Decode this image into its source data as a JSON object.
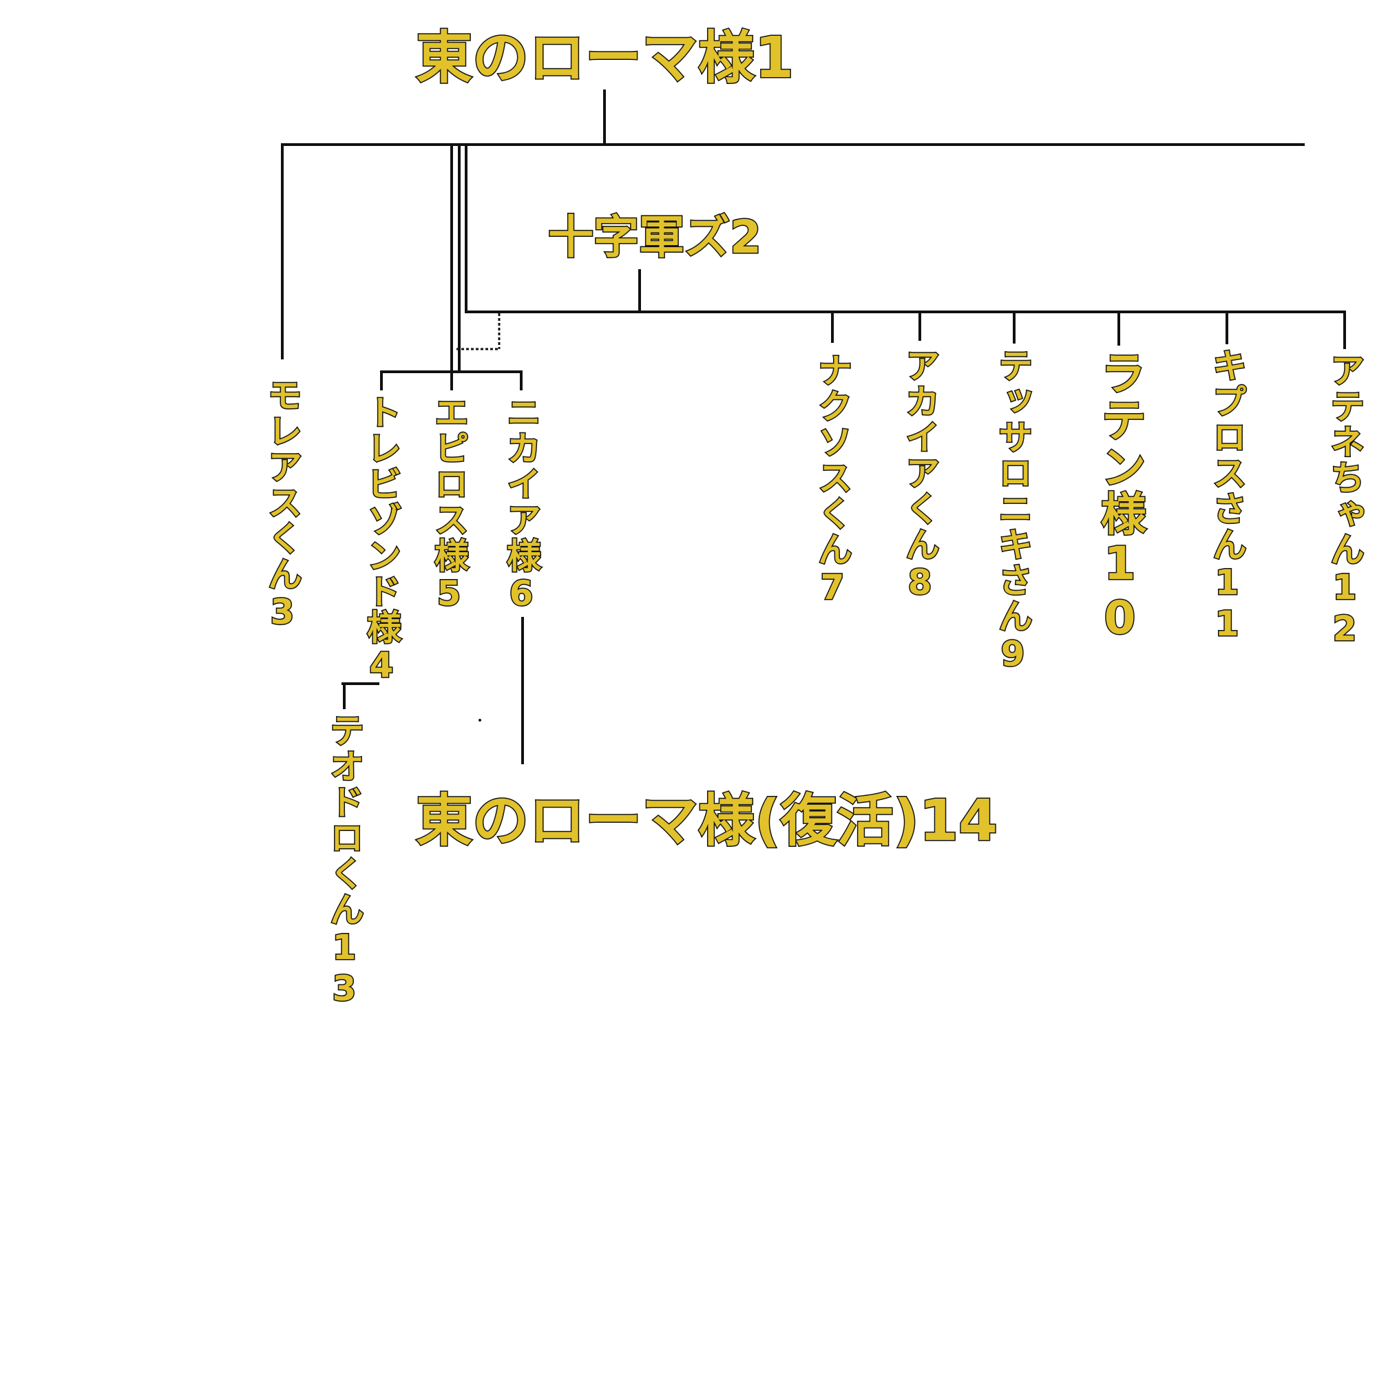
{
  "colors": {
    "text_fill": "#e2c22b",
    "text_outline": "#111111",
    "line": "#111111",
    "background": "#ffffff"
  },
  "nodes": {
    "root": "東のローマ様1",
    "crusaders": "十字軍ズ2",
    "morea": "モレアスくん3",
    "trebizond": "トレビゾンド様4",
    "epirus": "エピロス様5",
    "nicaea": "ニカイア様6",
    "naxos": "ナクソスくん7",
    "achaea": "アカイアくん8",
    "thessaloniki": "テッサロニキさん9",
    "latin": "ラテン様10",
    "cyprus": "キプロスさん11",
    "athens": "アテネちゃん12",
    "theodoro": "テオドロくん13",
    "restored": "東のローマ様(復活)14"
  }
}
